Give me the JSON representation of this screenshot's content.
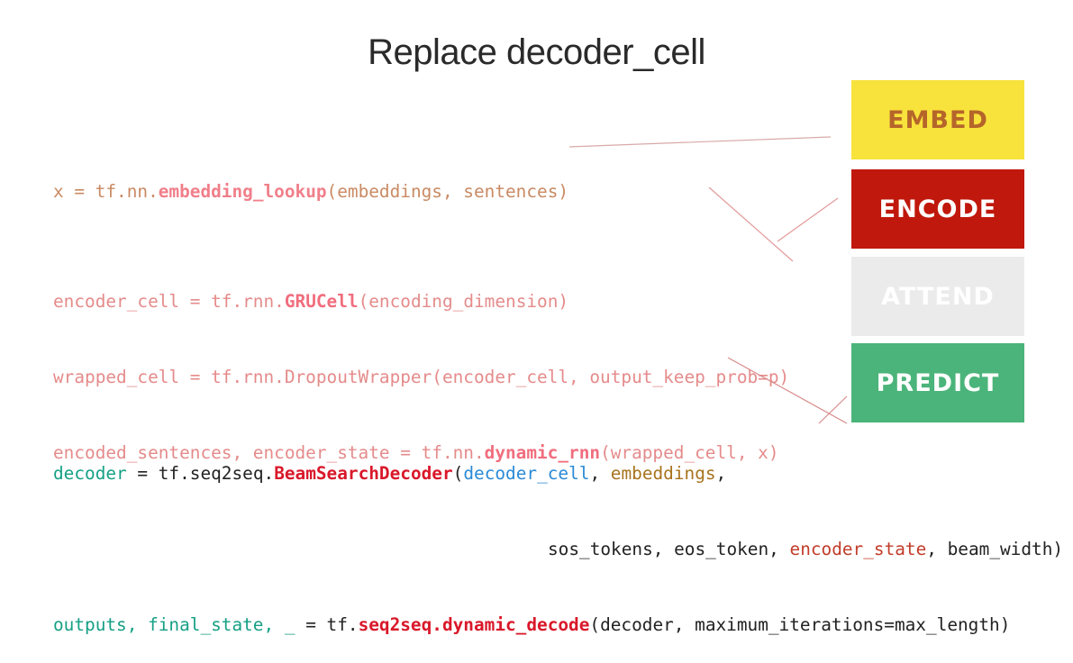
{
  "title": "Replace decoder_cell",
  "blocks": {
    "embed": "EMBED",
    "encode": "ENCODE",
    "attend": "ATTEND",
    "predict": "PREDICT"
  },
  "code": {
    "embed_line": {
      "a": "x = tf.nn.",
      "fn": "embedding_lookup",
      "b": "(embeddings, sentences)"
    },
    "encode_line1": {
      "a": "encoder_cell = tf.rnn.",
      "fn": "GRUCell",
      "b": "(encoding_dimension)"
    },
    "encode_line2": {
      "a": "wrapped_cell = tf.rnn.DropoutWrapper(encoder_cell, output_keep_prob=p)"
    },
    "encode_line3": {
      "a": "encoded_sentences, encoder_state = tf.nn.",
      "fn": "dynamic_rnn",
      "b": "(wrapped_cell, x)"
    },
    "decode_line1": {
      "a": "decoder",
      "b": " = tf.seq2seq.",
      "fn": "BeamSearchDecoder",
      "c": "(",
      "d": "decoder_cell",
      "e": ", ",
      "f": "embeddings",
      "g": ","
    },
    "decode_line2": {
      "a": "sos_tokens, eos_token, ",
      "b": "encoder_state",
      "c": ", beam_width)"
    },
    "decode_line3": {
      "a": "outputs, final_state, _",
      "b": " = tf.",
      "fn": "seq2seq.dynamic_decode",
      "c": "(decoder, maximum_iterations=max_length)"
    }
  },
  "colors": {
    "embed_block": "#f8e23c",
    "encode_block": "#c0180c",
    "attend_block": "#ecebec",
    "predict_block": "#4bb47a"
  }
}
